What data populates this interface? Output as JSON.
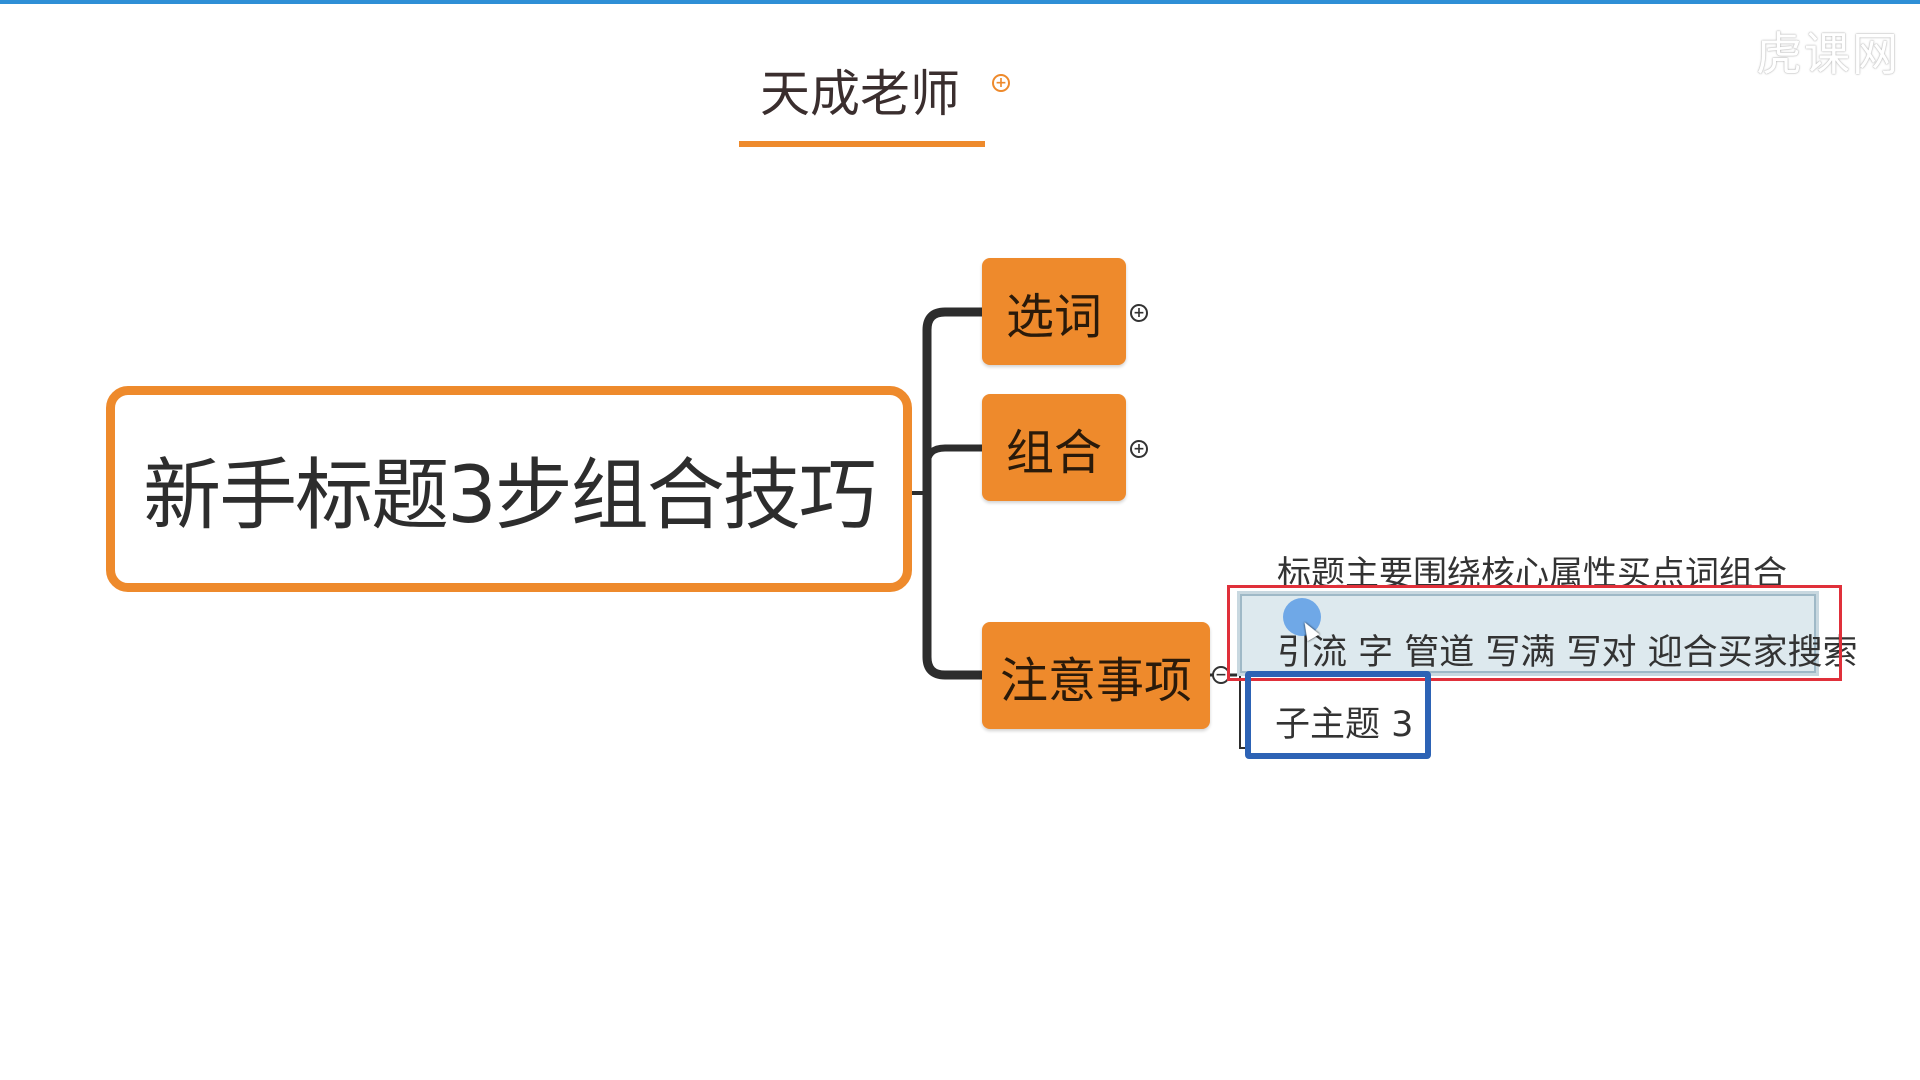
{
  "colors": {
    "accent_orange": "#ee8a2c",
    "top_bar": "#2e8fd6",
    "selection_red": "#e0303a",
    "selection_blue": "#2d63b5",
    "connector": "#2d2d2d"
  },
  "watermark": {
    "text": "虎课网"
  },
  "header": {
    "author": "天成老师",
    "expand_icon": "plus-circle-icon"
  },
  "root": {
    "title": "新手标题3步组合技巧"
  },
  "branches": [
    {
      "label": "选词",
      "collapse_icon": "plus-circle-icon"
    },
    {
      "label": "组合",
      "collapse_icon": "plus-circle-icon"
    },
    {
      "label": "注意事项",
      "collapse_icon": "minus-circle-icon"
    }
  ],
  "notes": {
    "caption": "标题主要围绕核心属性买点词组合",
    "editing_subtopic": "引流 字 管道 写满 写对 迎合买家搜索",
    "subtopic_3": "子主题 3"
  }
}
